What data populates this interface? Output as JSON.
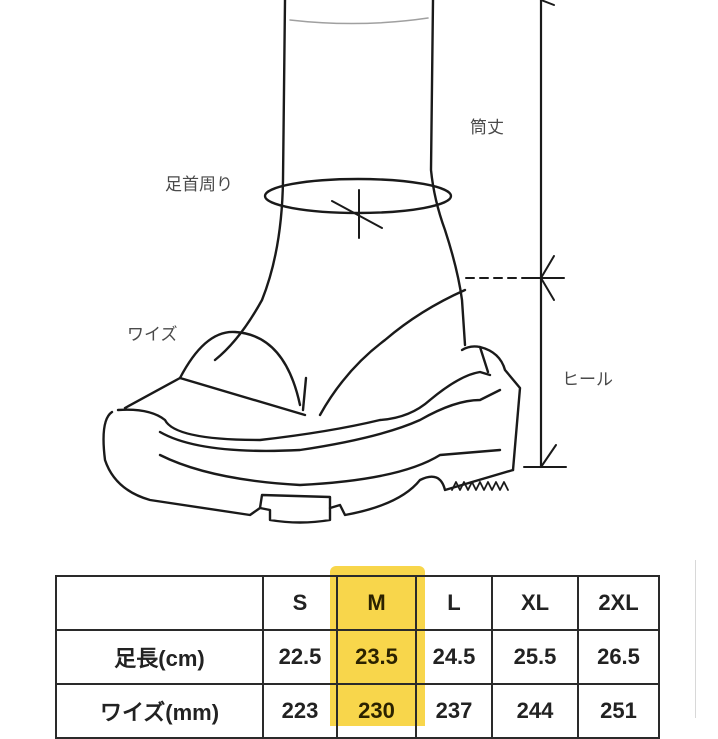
{
  "diagram": {
    "labels": {
      "shaft_height": "筒丈",
      "ankle_circumference": "足首周り",
      "width": "ワイズ",
      "heel": "ヒール"
    }
  },
  "size_table": {
    "highlight_color": "#f7d23c",
    "highlighted_size": "M",
    "header": [
      "",
      "S",
      "M",
      "L",
      "XL",
      "2XL"
    ],
    "rows": [
      {
        "label": "足長(cm)",
        "values": [
          "22.5",
          "23.5",
          "24.5",
          "25.5",
          "26.5"
        ]
      },
      {
        "label": "ワイズ(mm)",
        "values": [
          "223",
          "230",
          "237",
          "244",
          "251"
        ]
      }
    ]
  }
}
